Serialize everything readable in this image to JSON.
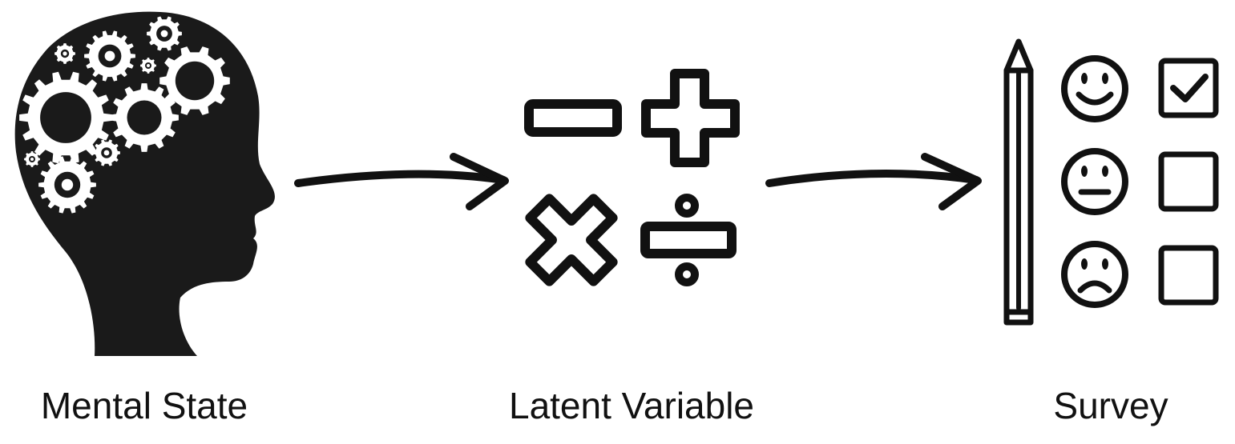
{
  "stages": [
    {
      "label": "Mental State",
      "icon": "head-with-gears-icon"
    },
    {
      "label": "Latent Variable",
      "icon": "math-operators-icon"
    },
    {
      "label": "Survey",
      "icon": "survey-form-icon"
    }
  ],
  "connectors": [
    {
      "from": "Mental State",
      "to": "Latent Variable",
      "icon": "arrow-right-icon"
    },
    {
      "from": "Latent Variable",
      "to": "Survey",
      "icon": "arrow-right-icon"
    }
  ],
  "colors": {
    "ink": "#111111",
    "background": "#ffffff"
  }
}
